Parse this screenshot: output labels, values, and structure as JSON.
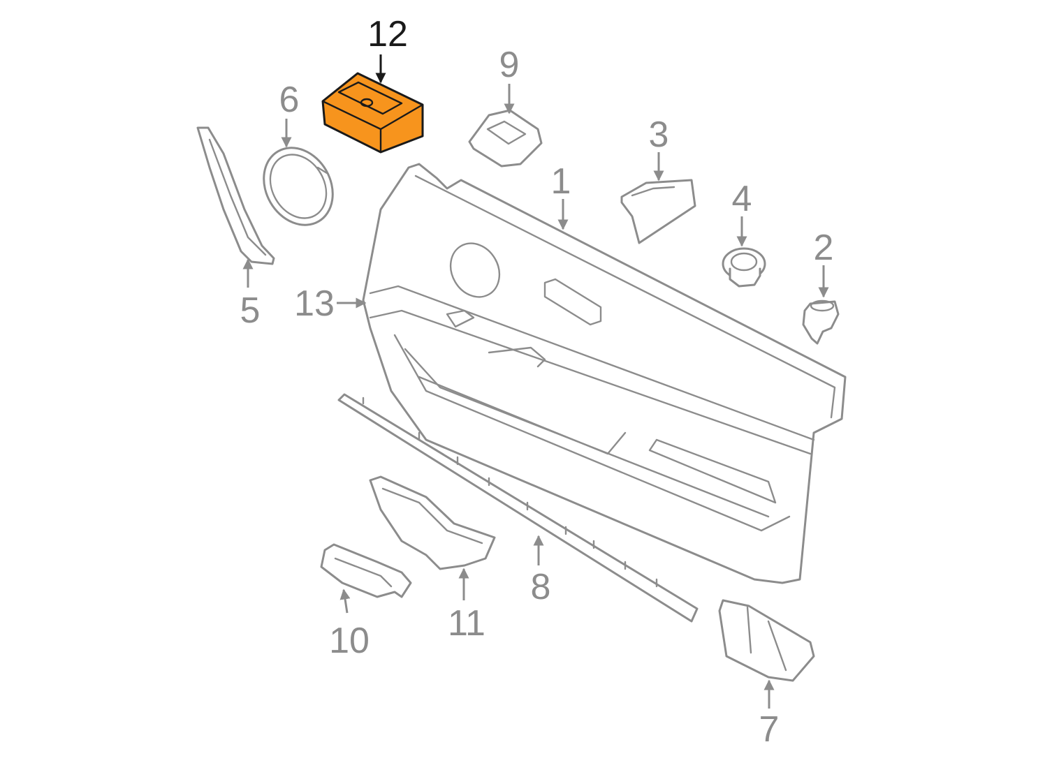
{
  "diagram": {
    "highlight_color": "#f7941d",
    "line_color": "#8c8c8c",
    "active_color": "#1a1a1a",
    "highlighted_part": "12",
    "callouts": {
      "c1": "1",
      "c2": "2",
      "c3": "3",
      "c4": "4",
      "c5": "5",
      "c6": "6",
      "c7": "7",
      "c8": "8",
      "c9": "9",
      "c10": "10",
      "c11": "11",
      "c12": "12",
      "c13": "13"
    }
  }
}
